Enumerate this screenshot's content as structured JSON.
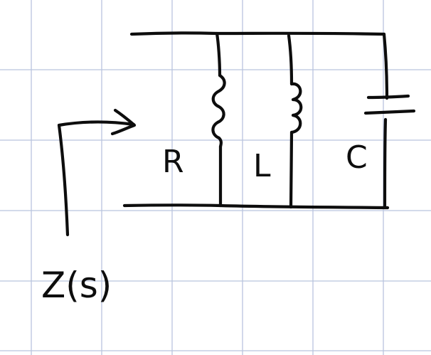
{
  "labels": {
    "resistor": "R",
    "inductor": "L",
    "capacitor": "C",
    "impedance": "Z(s)"
  },
  "colors": {
    "ink": "#0d0d0d",
    "grid": "#b9c4de",
    "paper": "#ffffff"
  }
}
